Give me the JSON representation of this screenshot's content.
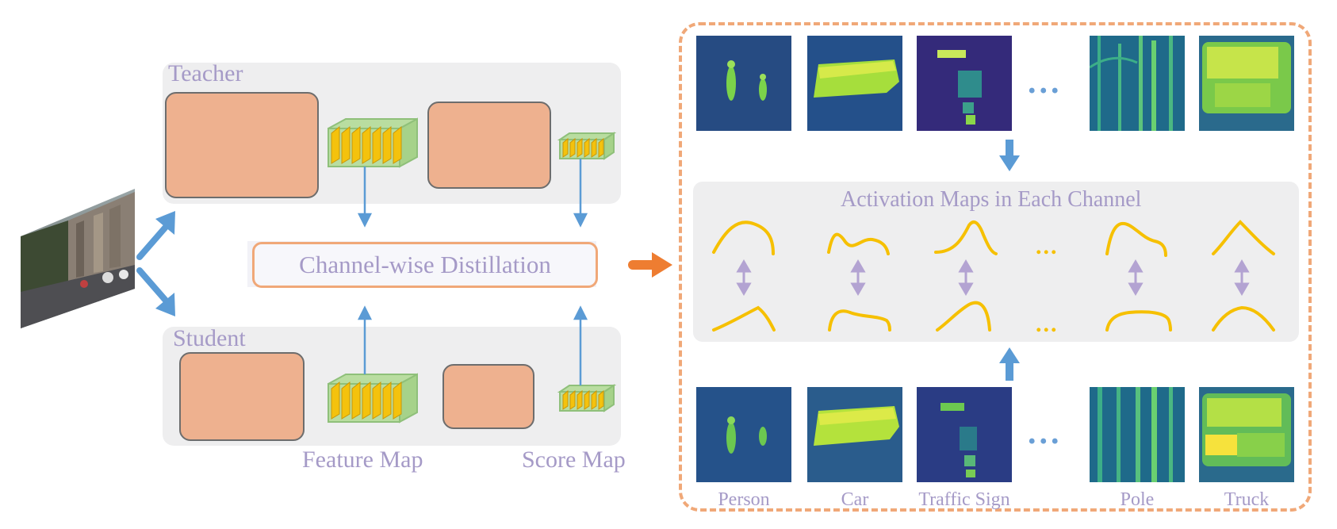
{
  "teacher": {
    "label": "Teacher"
  },
  "student": {
    "label": "Student"
  },
  "distillation": {
    "label": "Channel-wise Distillation"
  },
  "captions": {
    "feature_map": "Feature Map",
    "score_map": "Score Map"
  },
  "activation": {
    "title": "Activation Maps in Each Channel",
    "ellipsis": "..."
  },
  "ellipsis_blue": "...",
  "classes": [
    "Person",
    "Car",
    "Traffic Sign",
    "Pole",
    "Truck"
  ],
  "colors": {
    "block": "#eeb18f",
    "panel": "#eeeeef",
    "arrow_blue": "#5b9bd5",
    "arrow_orange": "#ee7d31",
    "curve": "#f6c000",
    "label": "#a59ac7",
    "dashed_frame": "#f0a878"
  }
}
